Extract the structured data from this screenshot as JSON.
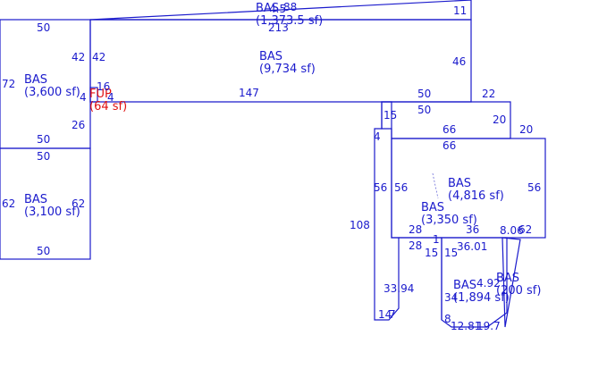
{
  "colors": {
    "line": "#1a1acc",
    "text": "#1a1acc",
    "highlight": "#e01010"
  },
  "areas": [
    {
      "code": "BAS",
      "area": "(1,373.5 sf)"
    },
    {
      "code": "BAS",
      "area": "(9,734 sf)"
    },
    {
      "code": "BAS",
      "area": "(3,600 sf)"
    },
    {
      "code": "FUP",
      "area": "(64 sf)"
    },
    {
      "code": "BAS",
      "area": "(3,100 sf)"
    },
    {
      "code": "BAS",
      "area": "(4,816 sf)"
    },
    {
      "code": "BAS",
      "area": "(3,350 sf)"
    },
    {
      "code": "BAS",
      "area": "(1,894 sf)"
    },
    {
      "code": "BAS",
      "area": "(200 sf)"
    }
  ],
  "dimensions": [
    "50",
    "4.5",
    "213",
    "11",
    "42",
    "42",
    "72",
    "4",
    "16",
    "4",
    "26",
    "147",
    "46",
    "50",
    "22",
    "15",
    "50",
    "20",
    "66",
    "20",
    "4",
    "66",
    "50",
    "50",
    "56",
    "56",
    "56",
    "62",
    "62",
    "108",
    "28",
    "36",
    "8.06",
    "62",
    "28",
    "1",
    "36.01",
    "15",
    "15",
    "50",
    "33.94",
    "34",
    "4.92",
    "14",
    "7",
    "8",
    "12.81",
    "19.7",
    "88"
  ]
}
